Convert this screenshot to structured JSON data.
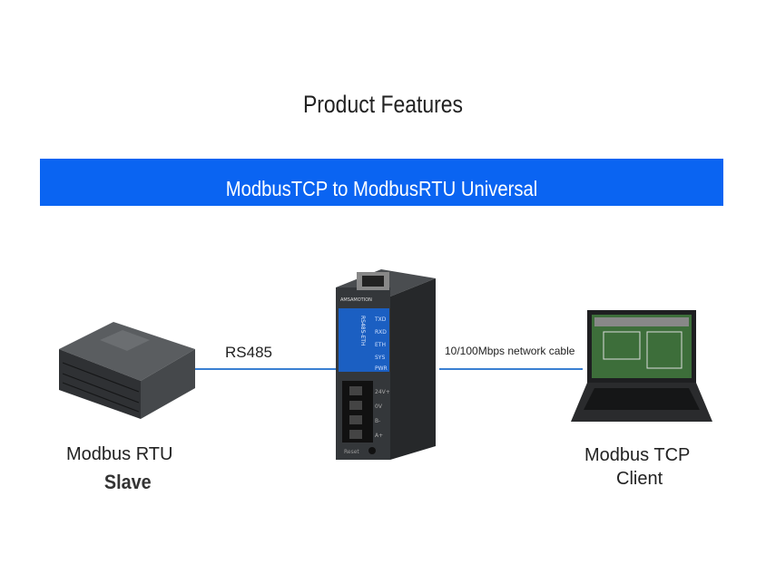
{
  "title": "Product Features",
  "banner": {
    "text": "ModbusTCP to ModbusRTU Universal",
    "color": "#0a64f2"
  },
  "links": {
    "left_label": "RS485",
    "right_label": "10/100Mbps network cable"
  },
  "devices": {
    "left": {
      "name_line1": "Modbus RTU",
      "name_line2": "Slave",
      "icon": "plc-icon"
    },
    "center": {
      "icon": "gateway-icon",
      "brand": "AMSAMOTION",
      "model": "RS485-ETH",
      "leds": [
        "TXD",
        "RXD",
        "ETH",
        "SYS",
        "PWR"
      ],
      "terminals": [
        "24V+",
        "0V",
        "B-",
        "A+"
      ],
      "reset_label": "Reset"
    },
    "right": {
      "name_line1": "Modbus TCP",
      "name_line2": "Client",
      "icon": "laptop-icon"
    }
  }
}
